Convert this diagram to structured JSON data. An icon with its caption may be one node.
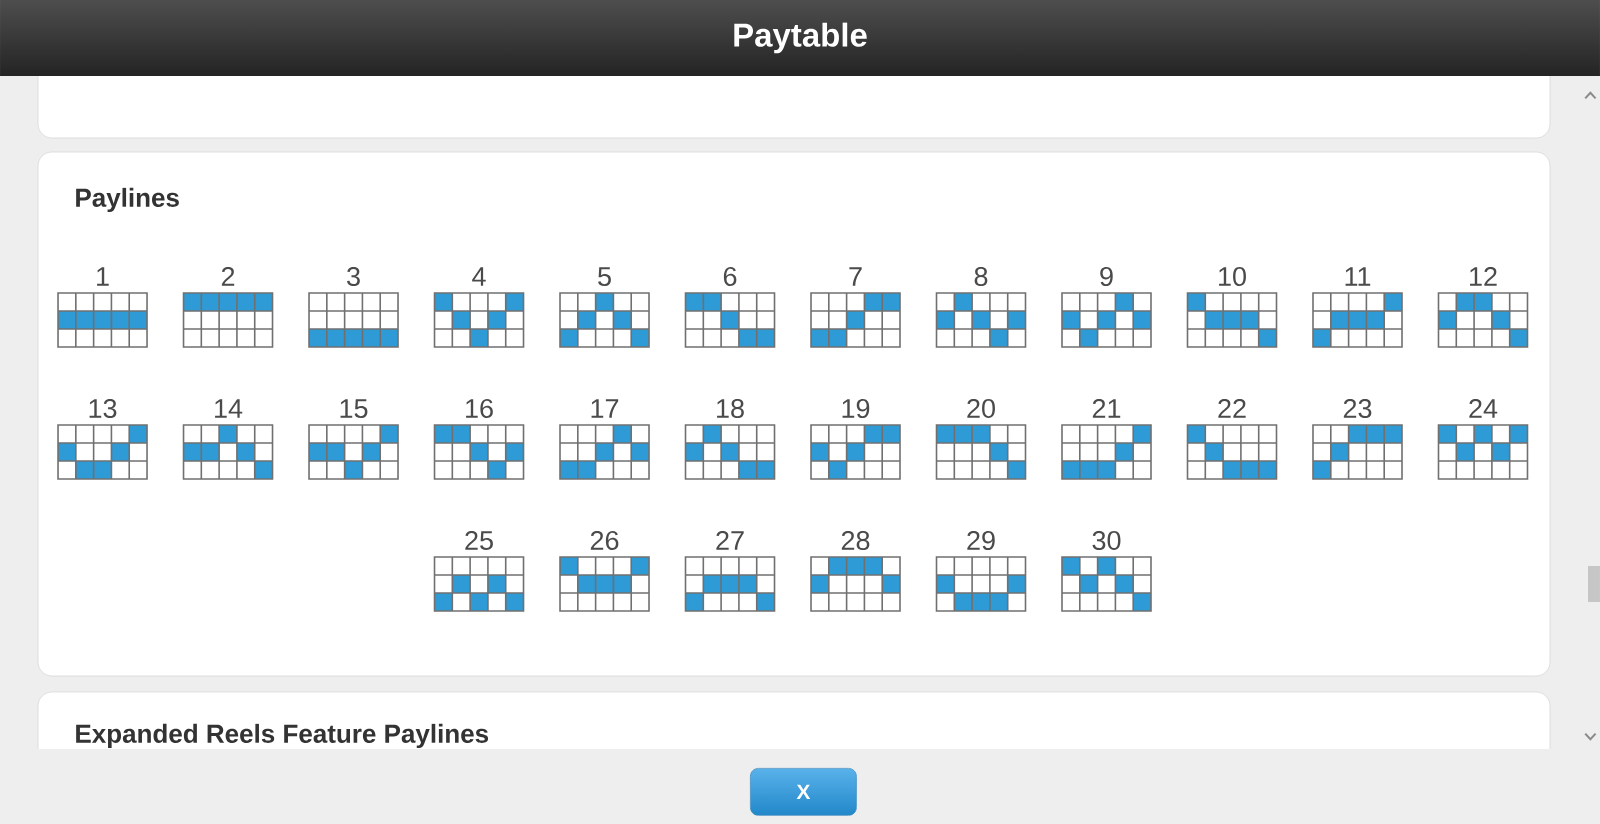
{
  "diagram": {
    "title": "Paytable",
    "nodes": [
      {
        "text": [],
        "shape": "box"
      },
      {
        "text": [
          "Paylines"
        ]
      },
      {
        "text": [
          "1"
        ],
        "in": 1
      },
      {
        "text": [
          "2"
        ],
        "in": 1
      },
      {
        "text": [
          "3"
        ],
        "in": 1
      },
      {
        "text": [
          "4"
        ],
        "in": 1
      },
      {
        "text": [
          "5"
        ],
        "in": 1
      },
      {
        "text": [
          "6"
        ],
        "in": 1
      },
      {
        "text": [
          "7"
        ],
        "in": 1
      },
      {
        "text": [
          "8"
        ],
        "in": 1
      },
      {
        "text": [
          "9"
        ],
        "in": 1
      },
      {
        "text": [
          "10"
        ],
        "in": 1
      },
      {
        "text": [
          "11"
        ],
        "in": 1
      },
      {
        "text": [
          "12"
        ],
        "in": 1
      },
      {
        "text": [
          "13"
        ],
        "in": 1
      },
      {
        "text": [
          "14"
        ],
        "in": 1
      },
      {
        "text": [
          "15"
        ],
        "in": 1
      },
      {
        "text": [
          "16"
        ],
        "in": 1
      },
      {
        "text": [
          "17"
        ],
        "in": 1
      },
      {
        "text": [
          "18"
        ],
        "in": 1
      },
      {
        "text": [
          "19"
        ],
        "in": 1
      },
      {
        "text": [
          "20"
        ],
        "in": 1
      },
      {
        "text": [
          "21"
        ],
        "in": 1
      },
      {
        "text": [
          "22"
        ],
        "in": 1
      },
      {
        "text": [
          "23"
        ],
        "in": 1
      },
      {
        "text": [
          "24"
        ],
        "in": 1
      },
      {
        "text": [
          "25"
        ],
        "in": 1
      },
      {
        "text": [
          "26"
        ],
        "in": 1
      },
      {
        "text": [
          "27"
        ],
        "in": 1
      },
      {
        "text": [
          "28"
        ],
        "in": 1
      },
      {
        "text": [
          "29"
        ],
        "in": 1
      },
      {
        "text": [
          "30"
        ],
        "in": 1
      },
      {
        "text": [
          "Expanded Reels Feature Paylines"
        ]
      },
      {
        "text": [
          "X"
        ]
      }
    ]
  }
}
